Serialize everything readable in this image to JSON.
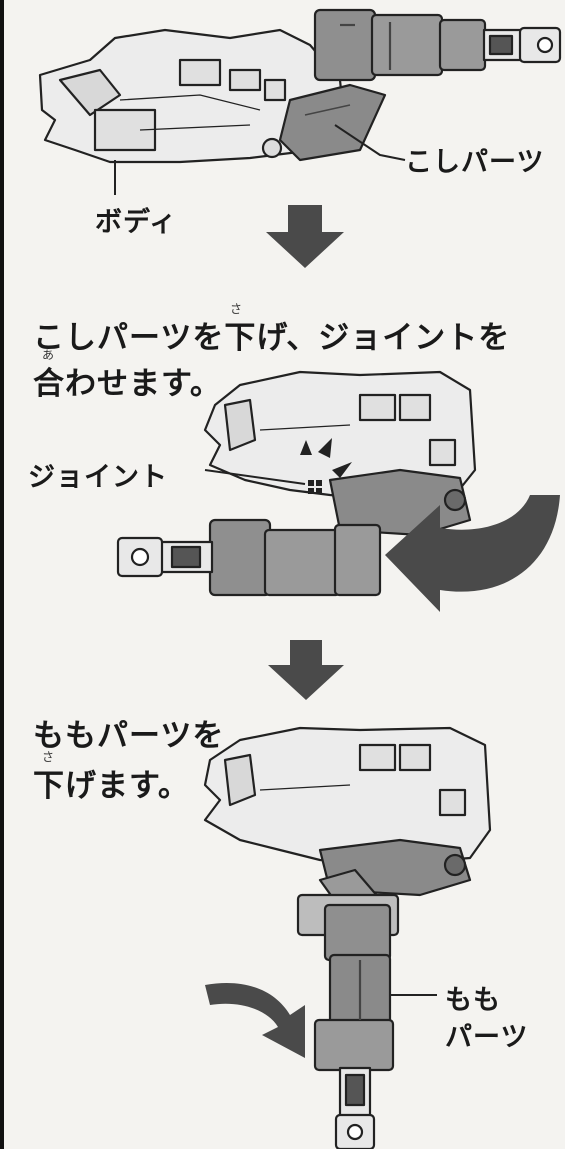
{
  "step1": {
    "label_body": "ボディ",
    "label_hip": "こしパーツ"
  },
  "step2": {
    "instruction_line1": "こしパーツを下げ、ジョイントを",
    "instruction_line2": "合わせます。",
    "ruby_sa": "さ",
    "ruby_a": "あ",
    "label_joint": "ジョイント"
  },
  "step3": {
    "instruction_line1": "ももパーツを",
    "instruction_line2": "下げます。",
    "ruby_sa": "さ",
    "label_thigh_line1": "もも",
    "label_thigh_line2": "パーツ"
  }
}
